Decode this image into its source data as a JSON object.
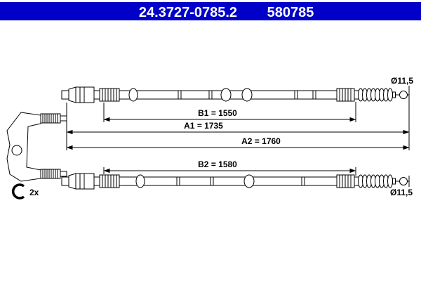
{
  "header": {
    "part_number": "24.3727-0785.2",
    "ref_number": "580785"
  },
  "colors": {
    "header_bg": "#0000c8",
    "header_text": "#ffffff",
    "line": "#000000"
  },
  "dimensions": {
    "b1": "B1 = 1550",
    "a1": "A1 = 1735",
    "a2": "A2 = 1760",
    "b2": "B2 = 1580"
  },
  "labels": {
    "diameter_top": "Ø11,5",
    "diameter_bottom": "Ø11,5",
    "clip_quantity": "2x"
  }
}
